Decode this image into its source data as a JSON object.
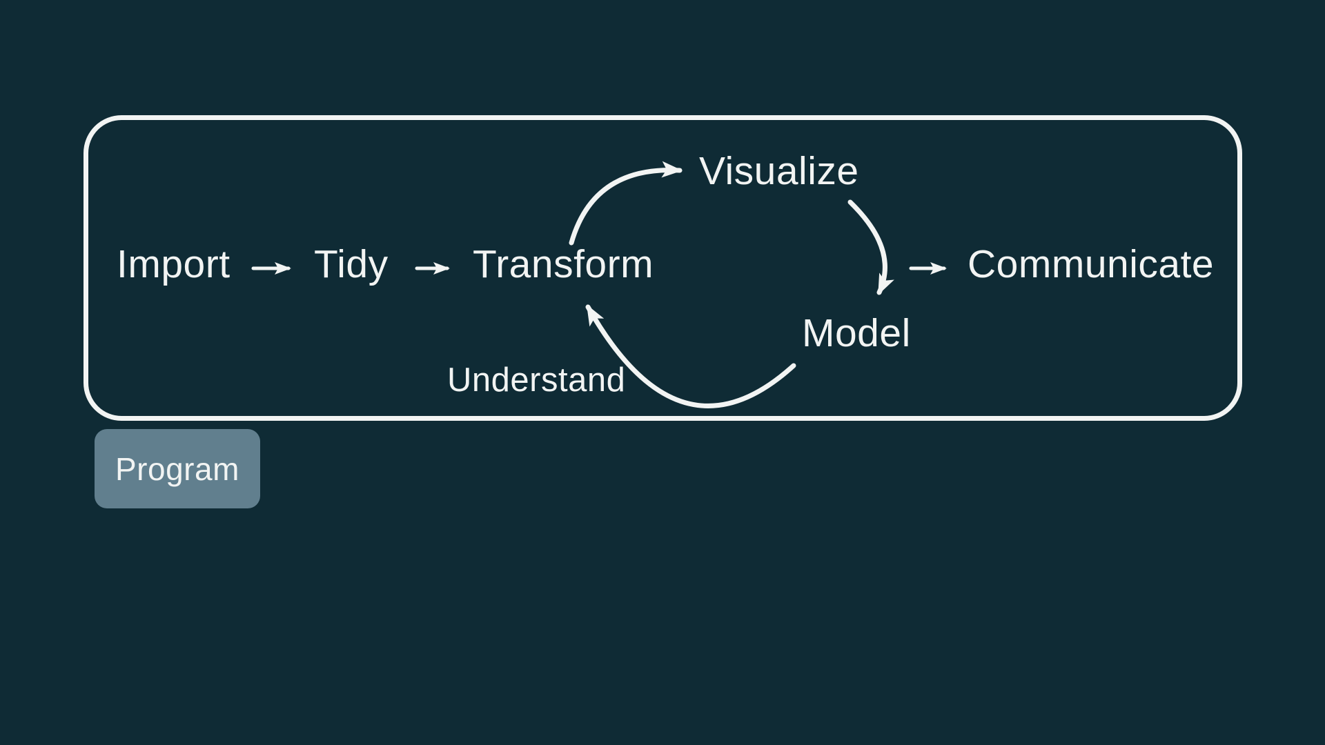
{
  "slide": {
    "background_color": "#0f2b35",
    "foreground_color": "#f2f4f3"
  },
  "workflow": {
    "steps": {
      "import": "Import",
      "tidy": "Tidy",
      "transform": "Transform",
      "visualize": "Visualize",
      "model": "Model",
      "communicate": "Communicate"
    },
    "cycle_label": "Understand",
    "program": {
      "label": "Program",
      "box_color": "#617f8e"
    },
    "arrows": [
      {
        "name": "arrow-import-to-tidy",
        "type": "straight"
      },
      {
        "name": "arrow-tidy-to-transform",
        "type": "straight"
      },
      {
        "name": "arrow-transform-to-visualize",
        "type": "curved"
      },
      {
        "name": "arrow-visualize-to-model",
        "type": "curved"
      },
      {
        "name": "arrow-model-to-transform",
        "type": "curved"
      },
      {
        "name": "arrow-cycle-to-communicate",
        "type": "straight"
      }
    ]
  }
}
